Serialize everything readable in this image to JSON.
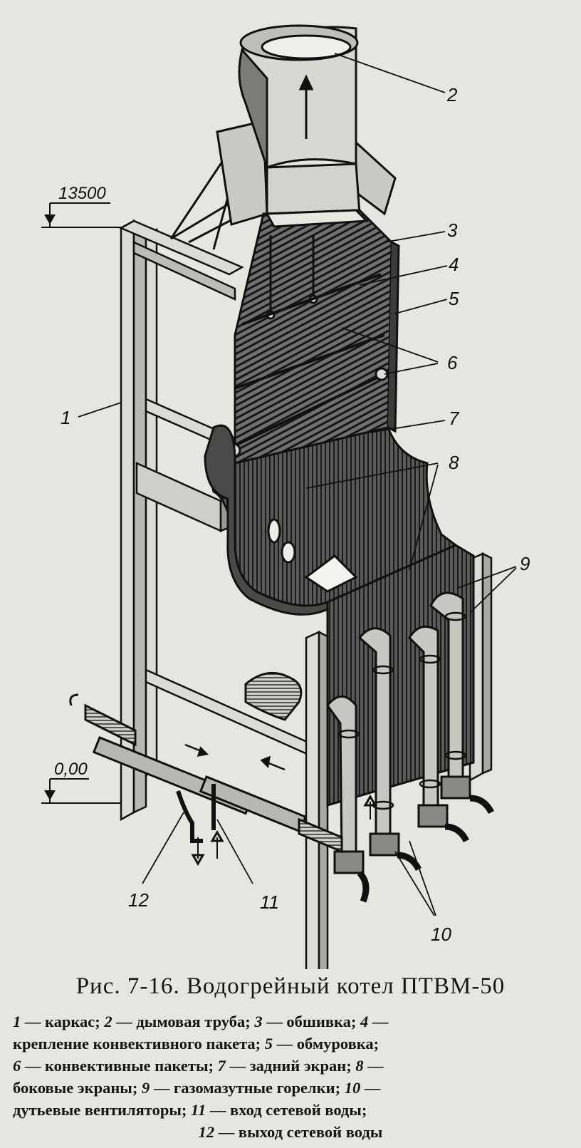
{
  "levels": {
    "top": "13500",
    "bottom": "0,00"
  },
  "callouts": [
    "1",
    "2",
    "3",
    "4",
    "5",
    "6",
    "7",
    "8",
    "9",
    "10",
    "11",
    "12"
  ],
  "caption": "Рис. 7-16. Водогрейный котел ПТВМ-50",
  "legend": {
    "line1": [
      {
        "n": "1",
        "t": " — каркас; "
      },
      {
        "n": "2",
        "t": " — дымовая труба; "
      },
      {
        "n": "3",
        "t": " — обшивка; "
      },
      {
        "n": "4",
        "t": " —"
      }
    ],
    "line2": [
      {
        "n": "",
        "t": "крепление конвективного пакета; "
      },
      {
        "n": "5",
        "t": " — обмуровка;"
      }
    ],
    "line3": [
      {
        "n": "6",
        "t": " — конвективные пакеты; "
      },
      {
        "n": "7",
        "t": " — задний экран; "
      },
      {
        "n": "8",
        "t": " —"
      }
    ],
    "line4": [
      {
        "n": "",
        "t": "боковые экраны; "
      },
      {
        "n": "9",
        "t": " — газомазутные горелки; "
      },
      {
        "n": "10",
        "t": " —"
      }
    ],
    "line5": [
      {
        "n": "",
        "t": "дутьевые вентиляторы; "
      },
      {
        "n": "11",
        "t": " — вход сетевой воды;"
      }
    ],
    "line6": [
      {
        "n": "12",
        "t": " — выход сетевой воды"
      }
    ]
  }
}
